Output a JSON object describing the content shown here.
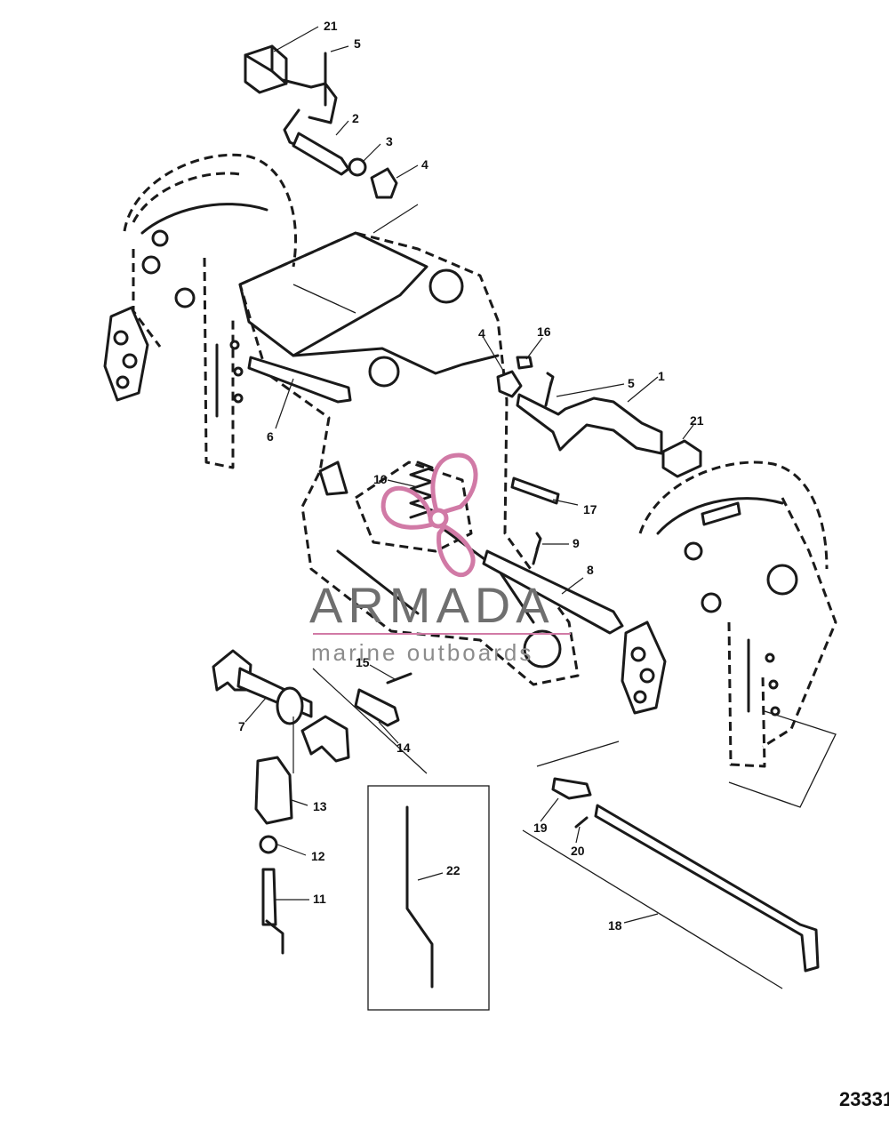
{
  "diagram": {
    "figure_number": "23331",
    "callouts": [
      "21",
      "5",
      "2",
      "3",
      "4",
      "16",
      "4",
      "5",
      "1",
      "21",
      "6",
      "10",
      "17",
      "9",
      "8",
      "15",
      "7",
      "14",
      "13",
      "12",
      "11",
      "22",
      "19",
      "20",
      "18"
    ]
  },
  "watermark": {
    "name": "ARMADA",
    "tagline": "marine outboards",
    "color": "#d17aa6"
  },
  "colors": {
    "ink": "#1a1a1a",
    "paper": "#ffffff"
  }
}
